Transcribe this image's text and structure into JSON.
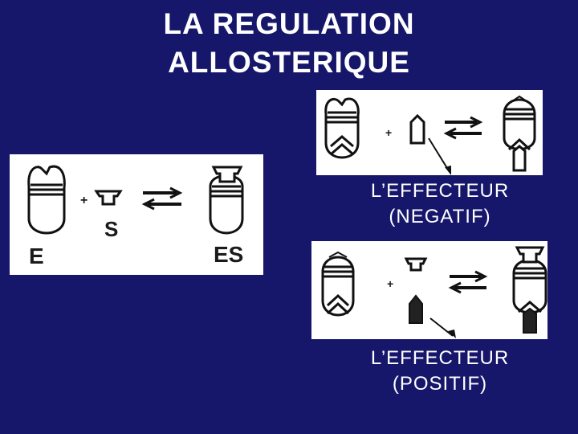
{
  "slide": {
    "background": "#16166b",
    "title_line1": "LA REGULATION",
    "title_line2": "ALLOSTERIQUE"
  },
  "left_panel": {
    "plus": "+",
    "substrate_label": "S",
    "enzyme_label": "E",
    "complex_label": "ES"
  },
  "top_panel": {
    "plus": "+",
    "caption_line1": "L’EFFECTEUR",
    "caption_line2": "(NEGATIF)"
  },
  "bottom_panel": {
    "plus": "+",
    "caption_line1": "L’EFFECTEUR",
    "caption_line2": "(POSITIF)"
  }
}
